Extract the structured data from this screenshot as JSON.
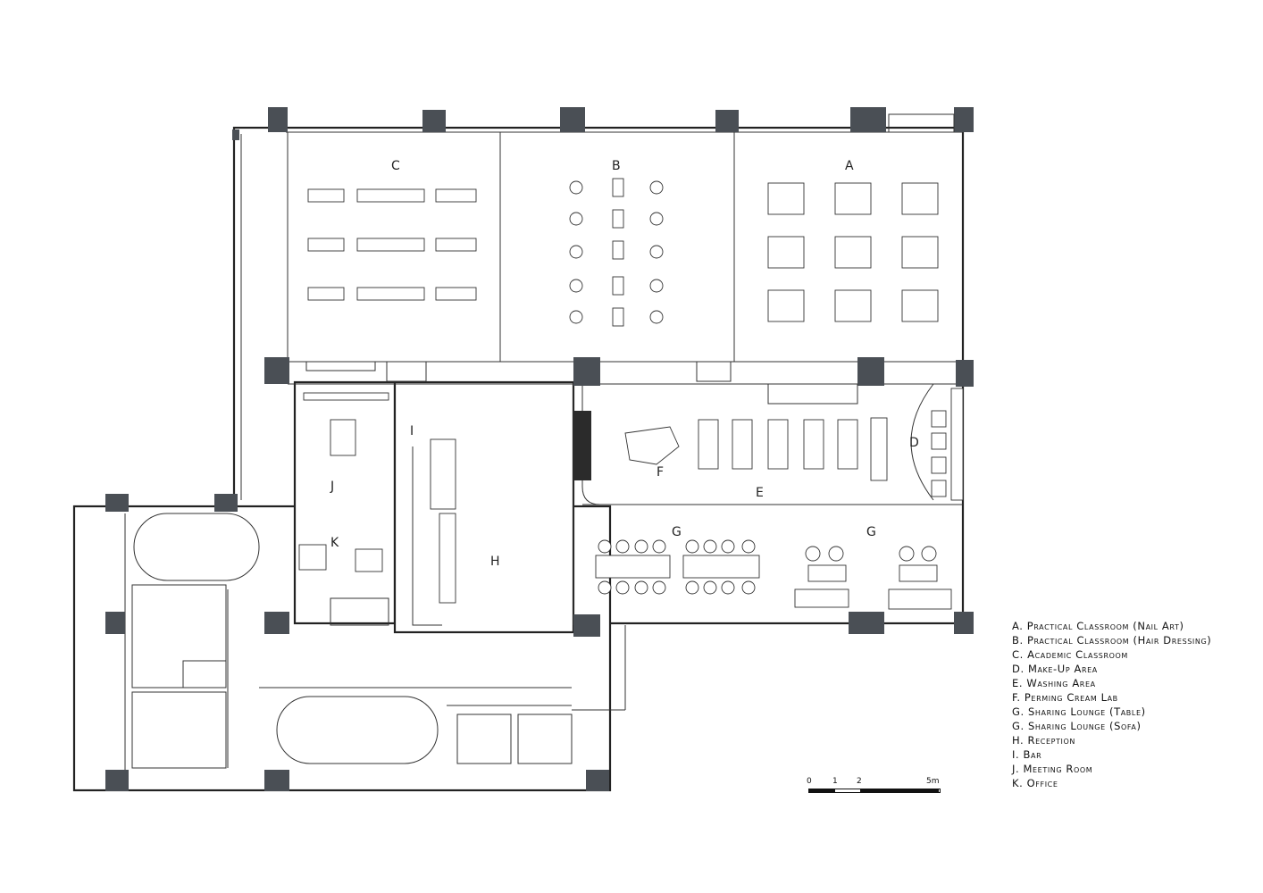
{
  "rooms": [
    {
      "key": "c",
      "label": "C"
    },
    {
      "key": "b",
      "label": "B"
    },
    {
      "key": "a",
      "label": "A"
    },
    {
      "key": "i",
      "label": "I"
    },
    {
      "key": "j",
      "label": "J"
    },
    {
      "key": "f",
      "label": "F"
    },
    {
      "key": "d",
      "label": "D"
    },
    {
      "key": "e",
      "label": "E"
    },
    {
      "key": "k",
      "label": "K"
    },
    {
      "key": "g1",
      "label": "G"
    },
    {
      "key": "g2",
      "label": "G"
    },
    {
      "key": "h",
      "label": "H"
    }
  ],
  "legend": [
    "A. Practical Classroom (Nail Art)",
    "B. Practical Classroom (Hair Dressing)",
    "C. Academic  Classroom",
    "D. Make-Up   Area",
    "E. Washing   Area",
    "F. Perming   Cream Lab",
    "G. Sharing   Lounge (Table)",
    "G. Sharing   Lounge (Sofa)",
    "H. Reception",
    "I. Bar",
    "J. Meeting   Room",
    "K. Office"
  ],
  "scale": {
    "t0": "0",
    "t1": "1",
    "t2": "2",
    "t5": "5m"
  }
}
